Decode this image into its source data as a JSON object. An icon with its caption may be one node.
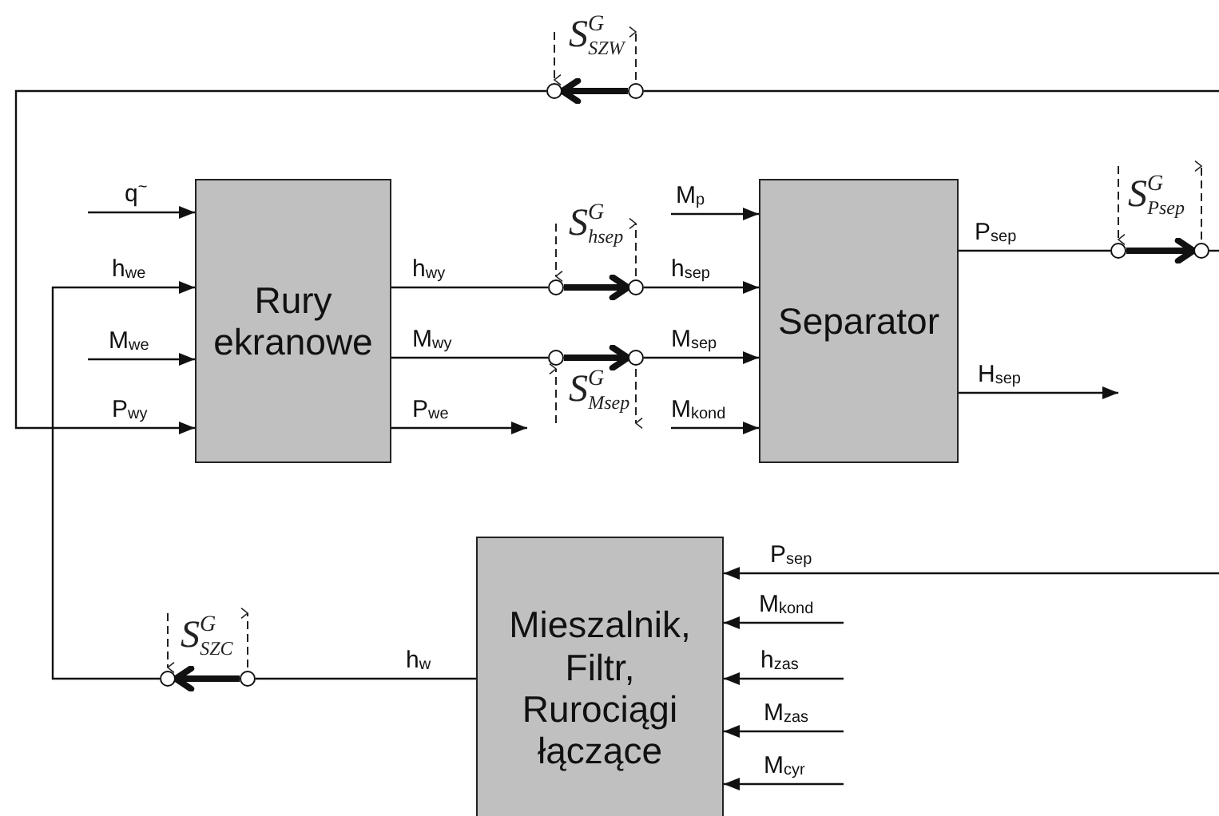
{
  "diagram": {
    "nodes": [
      {
        "text": [
          "Rury ekranowe"
        ]
      },
      {
        "text": [
          "Separator"
        ]
      },
      {
        "text": [
          "Mieszalnik, Filtr, Rurociągi łączące"
        ]
      },
      {
        "text": [],
        "shape": "circle"
      },
      {
        "text": [],
        "shape": "circle"
      },
      {
        "text": [],
        "shape": "circle"
      },
      {
        "text": [],
        "shape": "circle"
      },
      {
        "text": [],
        "shape": "circle"
      },
      {
        "text": [],
        "shape": "circle"
      },
      {
        "text": [],
        "shape": "circle"
      },
      {
        "text": [],
        "shape": "circle"
      },
      {
        "text": [],
        "shape": "circle"
      },
      {
        "text": [],
        "shape": "circle"
      }
    ],
    "edges": [
      {
        "from": null,
        "to": 0,
        "arrow": "to",
        "label": "q$^{~}$"
      },
      {
        "from": 11,
        "to": 0,
        "arrow": "to",
        "label": "h$_{we}$"
      },
      {
        "from": null,
        "to": 0,
        "arrow": "to",
        "label": "M$_{we}$"
      },
      {
        "from": 3,
        "to": 0,
        "arrow": "to",
        "label": "P$_{wy}$"
      },
      {
        "from": 0,
        "to": 5,
        "arrow": "none",
        "label": "h$_{wy}$"
      },
      {
        "from": 5,
        "to": 6,
        "arrow": "to",
        "style": "thick"
      },
      {
        "from": 6,
        "to": 1,
        "arrow": "to",
        "label": "h$_{sep}$"
      },
      {
        "from": 0,
        "to": 7,
        "arrow": "none",
        "label": "M$_{wy}$"
      },
      {
        "from": 7,
        "to": 8,
        "arrow": "to",
        "style": "thick"
      },
      {
        "from": 8,
        "to": 1,
        "arrow": "to",
        "label": "M$_{sep}$"
      },
      {
        "from": 0,
        "to": null,
        "arrow": "to",
        "label": "P$_{we}$"
      },
      {
        "from": null,
        "to": 1,
        "arrow": "to",
        "label": "M$_{p}$"
      },
      {
        "from": null,
        "to": 1,
        "arrow": "to",
        "label": "M$_{kond}$"
      },
      {
        "from": 1,
        "to": 9,
        "arrow": "none",
        "label": "P$_{sep}$"
      },
      {
        "from": 9,
        "to": 10,
        "arrow": "to",
        "style": "thick"
      },
      {
        "from": 10,
        "to": null,
        "arrow": "none"
      },
      {
        "from": null,
        "to": 4,
        "arrow": "none"
      },
      {
        "from": 4,
        "to": 3,
        "arrow": "to",
        "style": "thick"
      },
      {
        "from": 1,
        "to": null,
        "arrow": "to",
        "label": "H$_{sep}$"
      },
      {
        "from": null,
        "to": 2,
        "arrow": "to",
        "label": "P$_{sep}$"
      },
      {
        "from": null,
        "to": 2,
        "arrow": "to",
        "label": "M$_{kond}$"
      },
      {
        "from": null,
        "to": 2,
        "arrow": "to",
        "label": "h$_{zas}$"
      },
      {
        "from": null,
        "to": 2,
        "arrow": "to",
        "label": "M$_{zas}$"
      },
      {
        "from": null,
        "to": 2,
        "arrow": "to",
        "label": "M$_{cyr}$"
      },
      {
        "from": 2,
        "to": 12,
        "arrow": "none",
        "label": "h$_{w}$"
      },
      {
        "from": 12,
        "to": 11,
        "arrow": "to",
        "style": "thick"
      }
    ],
    "labels": [
      "S$^{G}$$_{SZW}$",
      "S$^{G}$$_{hsep}$",
      "S$^{G}$$_{Msep}$",
      "S$^{G}$$_{Psep}$",
      "S$^{G}$$_{SZC}$"
    ]
  }
}
